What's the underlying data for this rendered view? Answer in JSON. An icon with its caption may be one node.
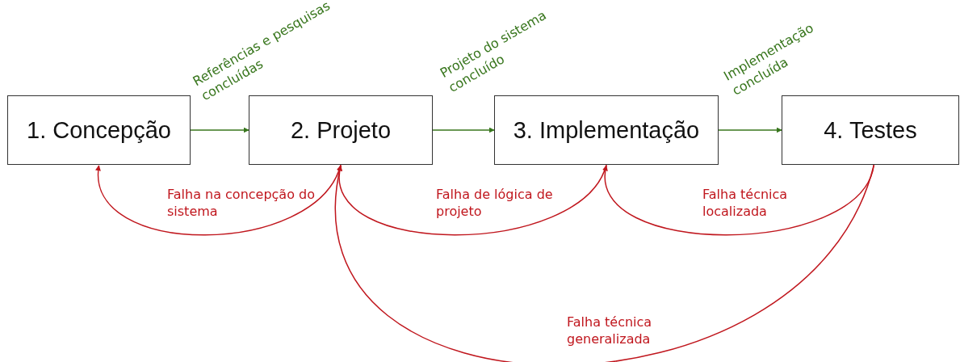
{
  "diagram": {
    "nodes": [
      {
        "text": [
          "1. Concepção"
        ]
      },
      {
        "text": [
          "2. Projeto"
        ]
      },
      {
        "text": [
          "3. Implementação"
        ]
      },
      {
        "text": [
          "4. Testes"
        ]
      }
    ],
    "edges": [
      {
        "from": 0,
        "to": 1,
        "arrow": "to",
        "label": "Referências e pesquisas concluídas",
        "color": "#38761d"
      },
      {
        "from": 1,
        "to": 2,
        "arrow": "to",
        "label": "Projeto do sistema concluído",
        "color": "#38761d"
      },
      {
        "from": 2,
        "to": 3,
        "arrow": "to",
        "label": "Implementação concluída",
        "color": "#38761d"
      },
      {
        "from": 1,
        "to": 0,
        "arrow": "to",
        "label": "Falha na concepção do sistema"
      },
      {
        "from": 2,
        "to": 1,
        "arrow": "to",
        "label": "Falha de lógica de projeto"
      },
      {
        "from": 3,
        "to": 2,
        "arrow": "to",
        "label": "Falha técnica localizada"
      },
      {
        "from": 3,
        "to": 1,
        "arrow": "to",
        "label": "Falha técnica generalizada"
      }
    ]
  }
}
